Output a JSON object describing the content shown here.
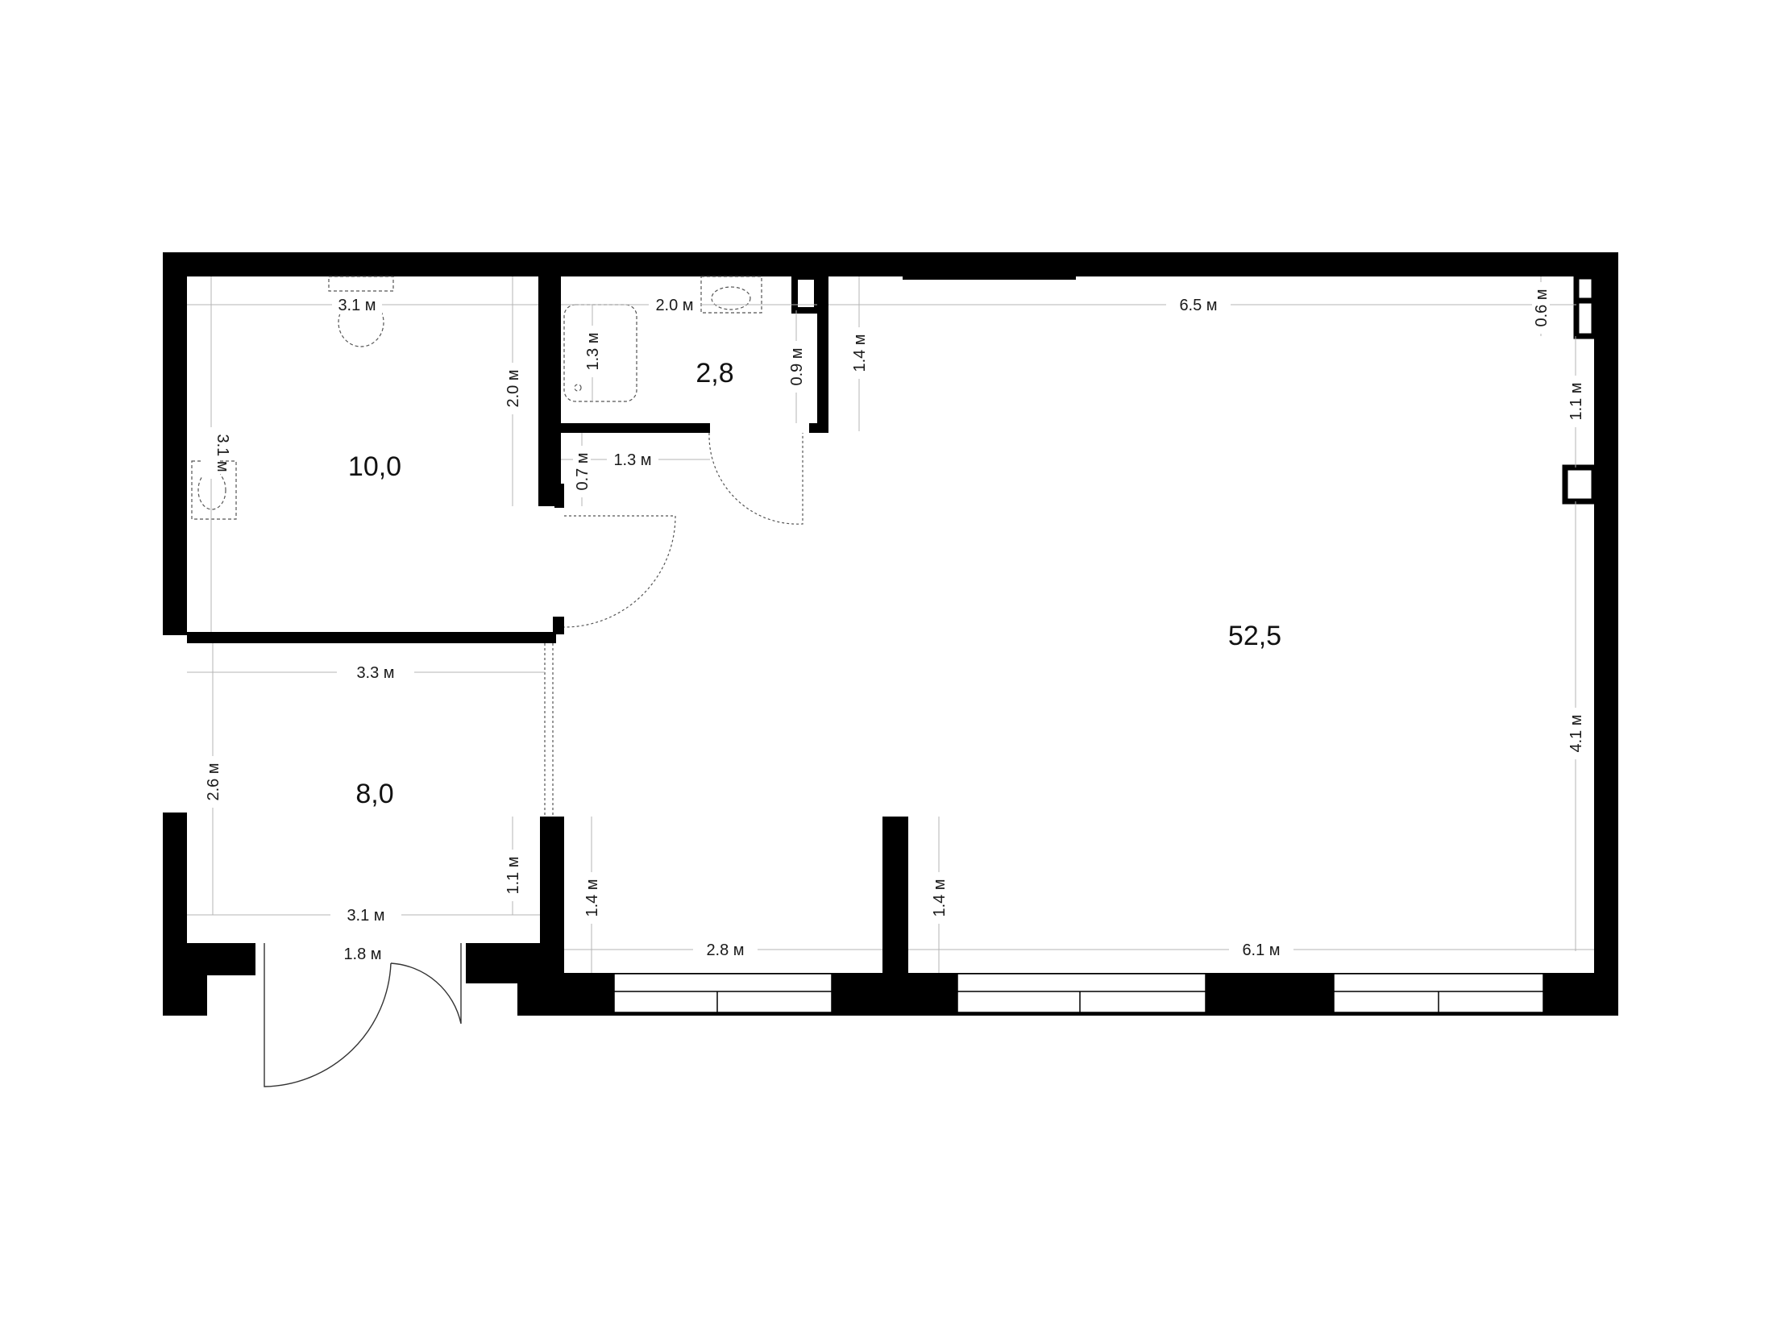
{
  "plan": {
    "rooms": [
      {
        "id": "room-bathroom-large",
        "area": "10,0"
      },
      {
        "id": "room-bathroom-small",
        "area": "2,8"
      },
      {
        "id": "room-hall",
        "area": "8,0"
      },
      {
        "id": "room-main",
        "area": "52,5"
      }
    ],
    "dimensions": [
      {
        "id": "dim-bath-top",
        "text": "3.1 м"
      },
      {
        "id": "dim-bath-left",
        "text": "3.1 м"
      },
      {
        "id": "dim-bath-right",
        "text": "2.0 м"
      },
      {
        "id": "dim-shower-width",
        "text": "2.0 м"
      },
      {
        "id": "dim-shower-height",
        "text": "1.3 м"
      },
      {
        "id": "dim-wc-depth",
        "text": "0.9 м"
      },
      {
        "id": "dim-niche-width",
        "text": "1.3 м"
      },
      {
        "id": "dim-niche-height",
        "text": "0.7 м"
      },
      {
        "id": "dim-main-top",
        "text": "6.5 м"
      },
      {
        "id": "dim-main-partition",
        "text": "1.4 м"
      },
      {
        "id": "dim-right-top",
        "text": "0.6 м"
      },
      {
        "id": "dim-right-mid",
        "text": "1.1 м"
      },
      {
        "id": "dim-right-long",
        "text": "4.1 м"
      },
      {
        "id": "dim-hall-width",
        "text": "3.3 м"
      },
      {
        "id": "dim-hall-height",
        "text": "2.6 м"
      },
      {
        "id": "dim-hall-bottom",
        "text": "3.1 м"
      },
      {
        "id": "dim-hall-side",
        "text": "1.1 м"
      },
      {
        "id": "dim-entry-door",
        "text": "1.8 м"
      },
      {
        "id": "dim-left-window-depth",
        "text": "1.4 м"
      },
      {
        "id": "dim-left-window-width",
        "text": "2.8 м"
      },
      {
        "id": "dim-right-window-depth",
        "text": "1.4 м"
      },
      {
        "id": "dim-right-window-width",
        "text": "6.1 м"
      }
    ]
  },
  "colors": {
    "wall": "#000000",
    "dimension_line": "#b4b4b4",
    "background": "#ffffff"
  }
}
